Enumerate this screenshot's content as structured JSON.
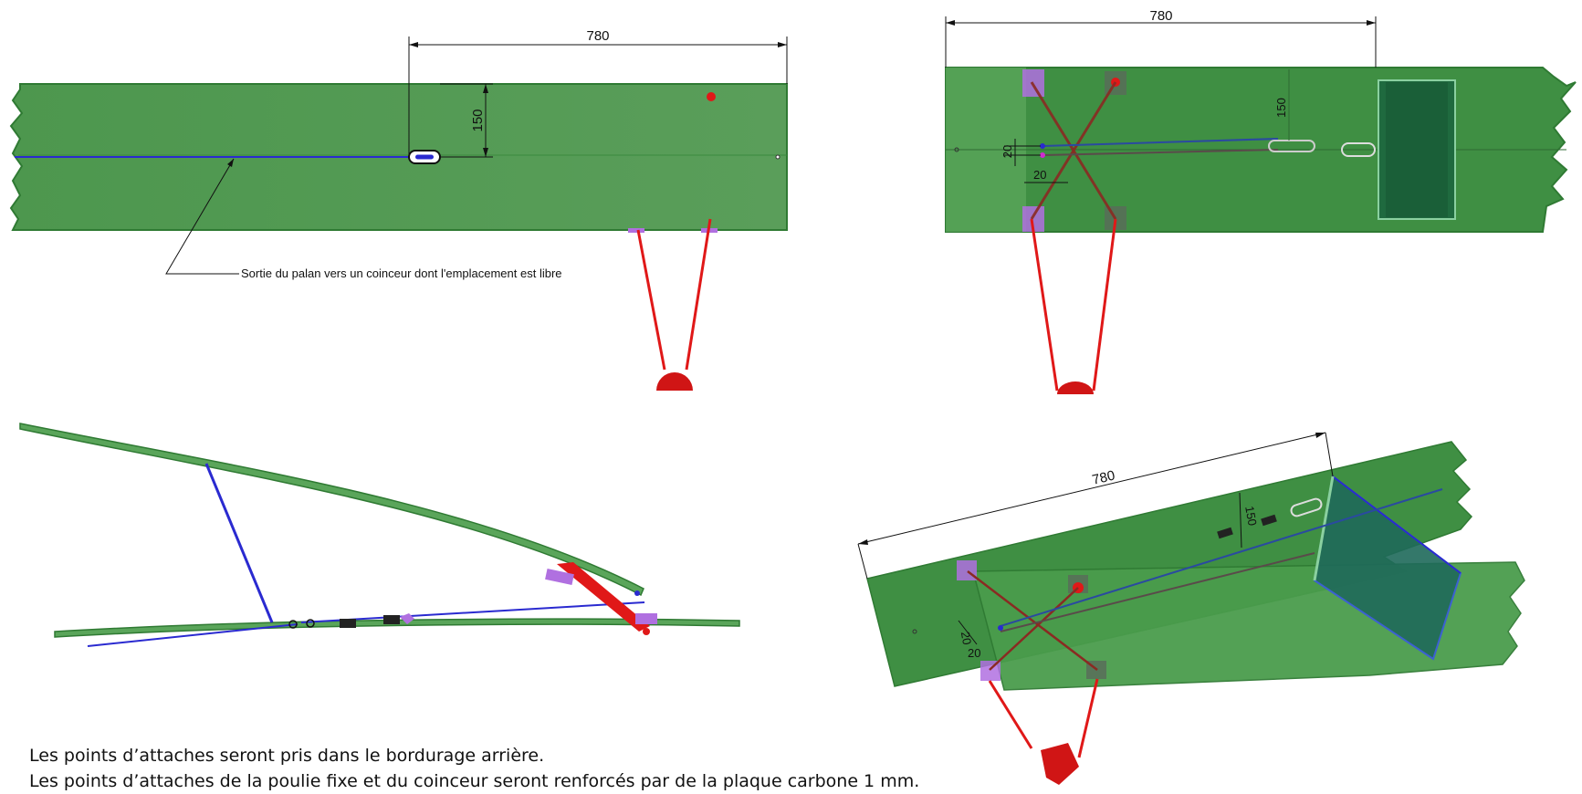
{
  "views": {
    "top_left": {
      "dimension_length": "780",
      "dimension_height": "150",
      "annotation": "Sortie du palan vers  un coinceur dont l'emplacement est libre"
    },
    "top_right": {
      "dimension_length": "780",
      "dimension_height": "150",
      "dimension_offset_a": "20",
      "dimension_offset_b": "20"
    },
    "bottom_left": {},
    "bottom_right": {
      "dimension_length": "780",
      "dimension_height": "150",
      "dimension_offset_a": "20",
      "dimension_offset_b": "20"
    }
  },
  "caption": {
    "line1": "Les points d’attaches seront pris dans le bordurage arrière.",
    "line2": "Les points d’attaches de la poulie fixe et du coinceur seront renforcés par de la plaque carbone 1 mm."
  },
  "colors": {
    "hull_green": "#4f9a50",
    "hull_dark": "#2f7a33",
    "rope_blue": "#2a2ad0",
    "rope_red": "#e01818",
    "fitting_purple": "#b070e0"
  }
}
